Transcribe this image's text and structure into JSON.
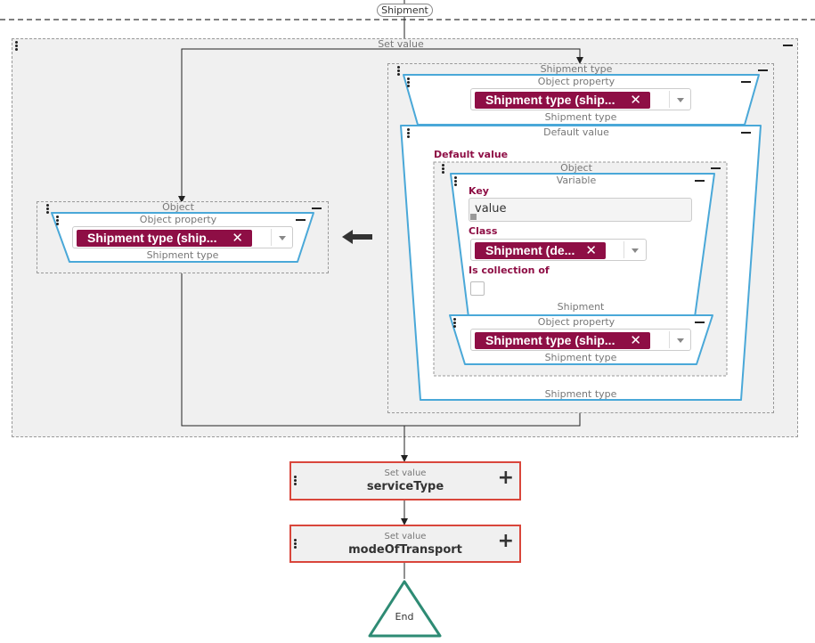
{
  "top_node": {
    "label": "Shipment"
  },
  "set_value_group": {
    "label": "Set value"
  },
  "left_object": {
    "label": "Object",
    "property_block": {
      "label": "Object property",
      "chip": "Shipment type (ship...",
      "footer": "Shipment type"
    }
  },
  "right_group": {
    "label": "Shipment type",
    "property_block": {
      "label": "Object property",
      "chip": "Shipment type (ship...",
      "footer": "Shipment type"
    },
    "default_value_block": {
      "label": "Default value",
      "field_label": "Default value",
      "footer": "Shipment type",
      "object": {
        "label": "Object",
        "variable": {
          "label": "Variable",
          "key_label": "Key",
          "key_value": "value",
          "class_label": "Class",
          "class_chip": "Shipment (de...",
          "collection_label": "Is collection of",
          "footer": "Shipment"
        },
        "property_block": {
          "label": "Object property",
          "chip": "Shipment type (ship...",
          "footer": "Shipment type"
        }
      }
    }
  },
  "action_nodes": [
    {
      "title": "Set value",
      "name": "serviceType"
    },
    {
      "title": "Set value",
      "name": "modeOfTransport"
    }
  ],
  "end_node": {
    "label": "End"
  },
  "colors": {
    "accent": "#8e0e45",
    "block_border": "#4aa8d8",
    "node_border": "#d9463b",
    "end_border": "#2e8b74"
  }
}
